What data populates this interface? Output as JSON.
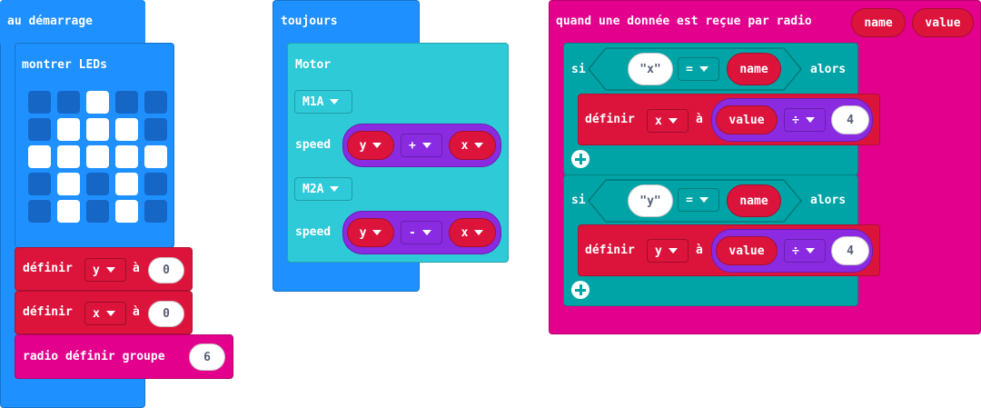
{
  "on_start": {
    "header": "au démarrage",
    "show_leds": {
      "label": "montrer LEDs",
      "grid": [
        [
          0,
          0,
          1,
          0,
          0
        ],
        [
          0,
          1,
          1,
          1,
          0
        ],
        [
          1,
          1,
          1,
          1,
          1
        ],
        [
          0,
          1,
          0,
          1,
          0
        ],
        [
          0,
          1,
          0,
          1,
          0
        ]
      ]
    },
    "set_y": {
      "label": "définir",
      "var": "y",
      "to": "à",
      "value": "0"
    },
    "set_x": {
      "label": "définir",
      "var": "x",
      "to": "à",
      "value": "0"
    },
    "radio_group": {
      "label": "radio définir groupe",
      "value": "6"
    }
  },
  "forever": {
    "header": "toujours",
    "motor": {
      "label": "Motor",
      "motor1": "M1A",
      "speed1_label": "speed",
      "speed1": {
        "left": "y",
        "op": "+",
        "right": "x"
      },
      "motor2": "M2A",
      "speed2_label": "speed",
      "speed2": {
        "left": "y",
        "op": "-",
        "right": "x"
      }
    }
  },
  "on_radio": {
    "header": "quand une donnée est reçue par radio",
    "param1": "name",
    "param2": "value",
    "if1": {
      "si": "si",
      "string": "x",
      "op": "=",
      "var": "name",
      "then": "alors",
      "set": {
        "label": "définir",
        "var": "x",
        "to": "à",
        "left": "value",
        "op": "÷",
        "right": "4"
      }
    },
    "if2": {
      "si": "si",
      "string": "y",
      "op": "=",
      "var": "name",
      "then": "alors",
      "set": {
        "label": "définir",
        "var": "y",
        "to": "à",
        "left": "value",
        "op": "÷",
        "right": "4"
      }
    }
  },
  "colors": {
    "basic": "#1e90ff",
    "motor": "#2ecad8",
    "variables": "#dc143c",
    "radio": "#e3008c",
    "logic": "#00a4a6",
    "math": "#8a2be2"
  }
}
